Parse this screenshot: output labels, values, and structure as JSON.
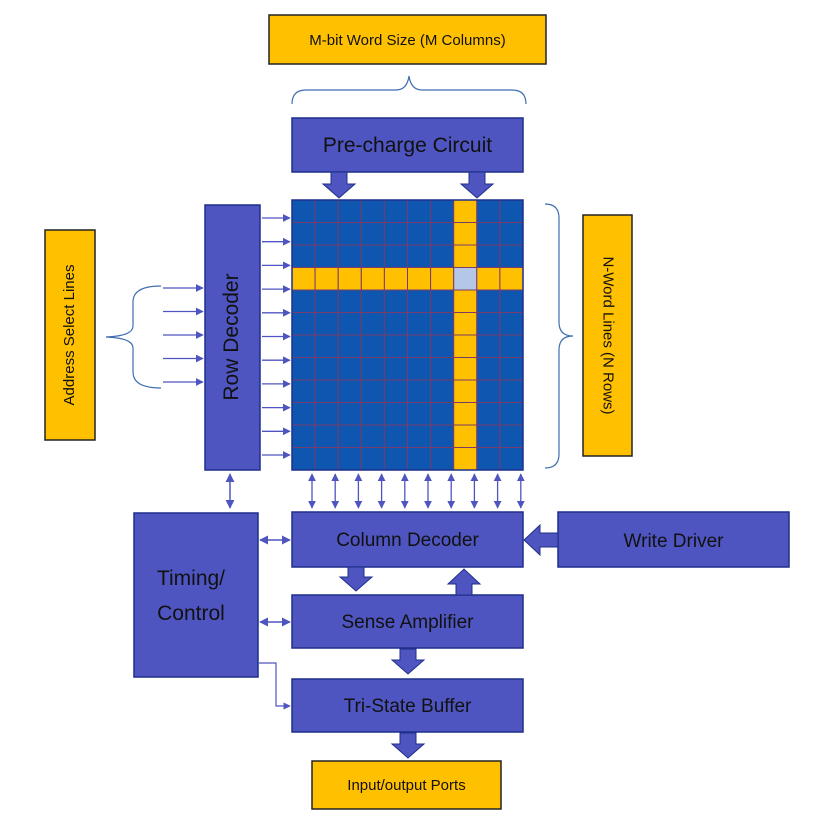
{
  "colors": {
    "block_fill": "#4F55C0",
    "block_stroke": "#1F2F8A",
    "label_fill": "#FFC000",
    "cell_fill": "#0F56B0",
    "grid_line": "#7A3A6A",
    "selected_cell": "#B4C7E7",
    "connector": "#4F55C0",
    "brace": "#3F6FB0"
  },
  "labels": {
    "word_size": "M-bit Word Size (M Columns)",
    "address_lines": "Address Select Lines",
    "word_lines": "N-Word Lines (N Rows)",
    "io_ports": "Input/output Ports"
  },
  "blocks": {
    "precharge": "Pre-charge Circuit",
    "row_decoder": "Row Decoder",
    "column_decoder": "Column Decoder",
    "write_driver": "Write Driver",
    "timing_line1": "Timing/",
    "timing_line2": "Control",
    "sense_amplifier": "Sense Amplifier",
    "tristate_buffer": "Tri-State Buffer"
  },
  "memory_array": {
    "rows": 12,
    "cols": 10,
    "selected_row": 3,
    "selected_col": 7
  }
}
